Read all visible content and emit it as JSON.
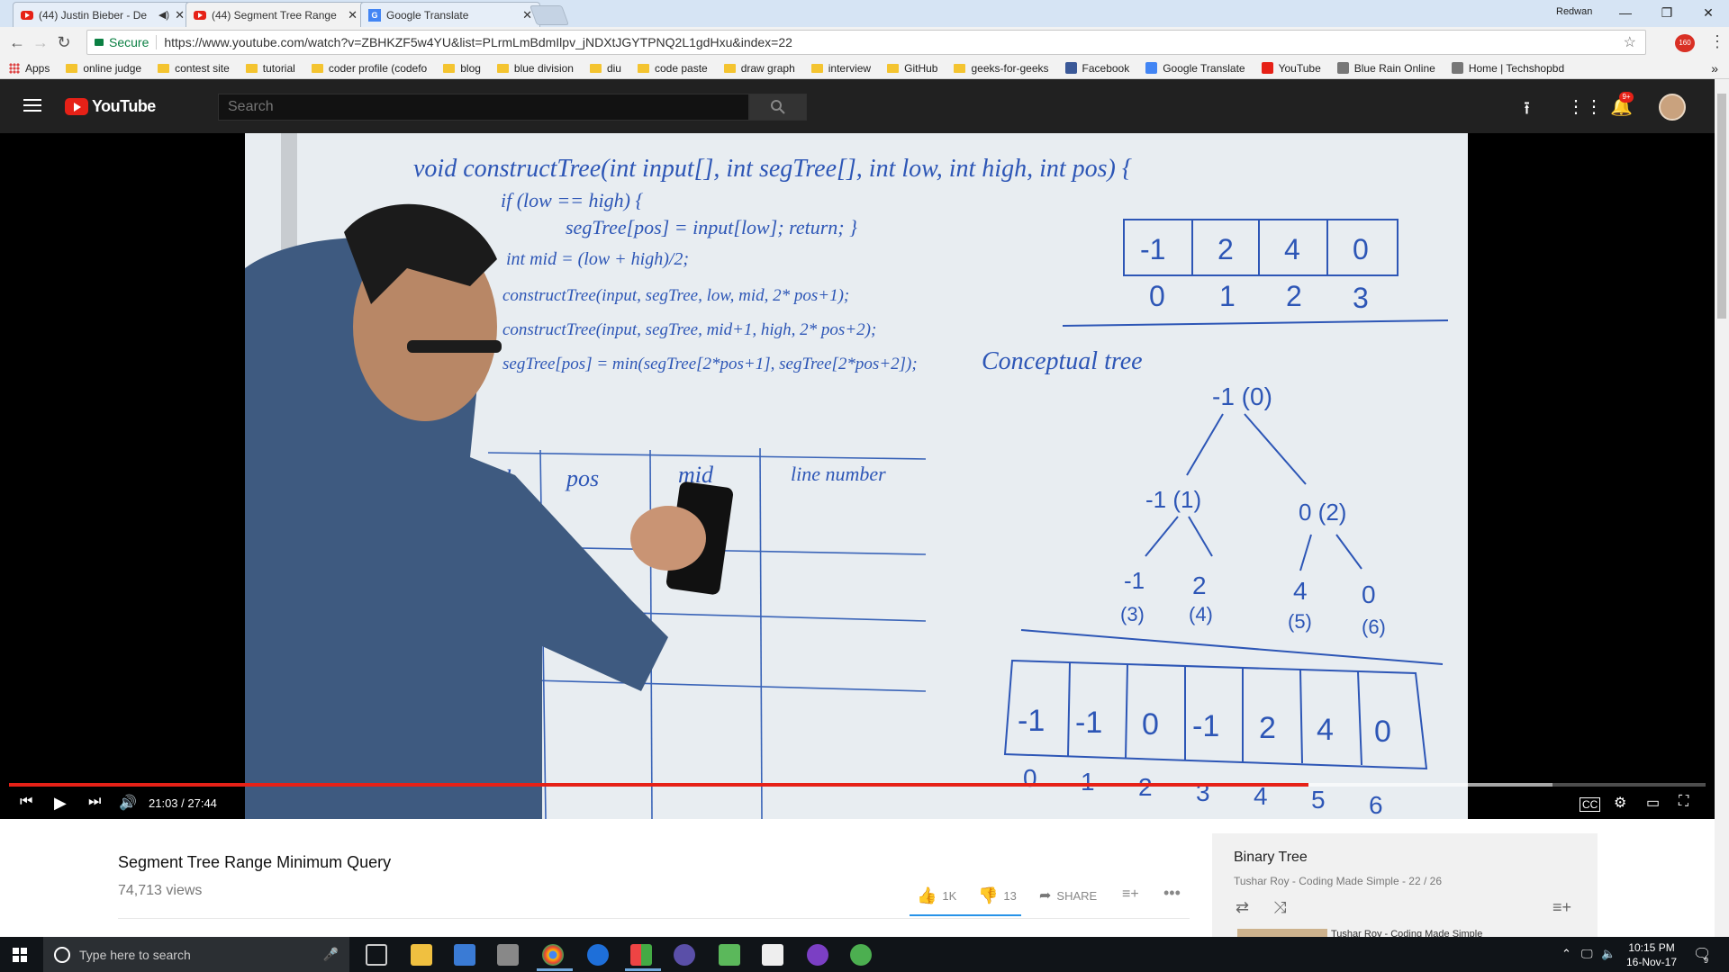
{
  "tabs": [
    {
      "title": "(44) Justin Bieber - De",
      "active": false,
      "icon": "youtube"
    },
    {
      "title": "(44) Segment Tree Range",
      "active": true,
      "icon": "youtube"
    },
    {
      "title": "Google Translate",
      "active": false,
      "icon": "google-translate"
    }
  ],
  "window": {
    "username": "Redwan"
  },
  "address": {
    "secure_label": "Secure",
    "url": "https://www.youtube.com/watch?v=ZBHKZF5w4YU&list=PLrmLmBdmIlpv_jNDXtJGYTPNQ2L1gdHxu&index=22",
    "ext_badge": "160"
  },
  "bookmarks": [
    {
      "label": "Apps",
      "icon": "apps-grid"
    },
    {
      "label": "online judge",
      "icon": "folder"
    },
    {
      "label": "contest site",
      "icon": "folder"
    },
    {
      "label": "tutorial",
      "icon": "folder"
    },
    {
      "label": "coder profile (codefo",
      "icon": "folder"
    },
    {
      "label": "blog",
      "icon": "folder"
    },
    {
      "label": "blue division",
      "icon": "folder"
    },
    {
      "label": "diu",
      "icon": "folder"
    },
    {
      "label": "code paste",
      "icon": "folder"
    },
    {
      "label": "draw graph",
      "icon": "folder"
    },
    {
      "label": "interview",
      "icon": "folder"
    },
    {
      "label": "GitHub",
      "icon": "folder"
    },
    {
      "label": "geeks-for-geeks",
      "icon": "folder"
    },
    {
      "label": "Facebook",
      "icon": "facebook"
    },
    {
      "label": "Google Translate",
      "icon": "google-translate"
    },
    {
      "label": "YouTube",
      "icon": "youtube"
    },
    {
      "label": "Blue Rain Online",
      "icon": "site"
    },
    {
      "label": "Home | Techshopbd",
      "icon": "site"
    }
  ],
  "youtube": {
    "logo_text": "YouTube",
    "search_placeholder": "Search",
    "notif_badge": "9+"
  },
  "player": {
    "time": "21:03 / 27:44",
    "progress": 0.766,
    "buffered": 0.91
  },
  "whiteboard": {
    "line1": "void constructTree(int input[], int segTree[], int low, int high, int pos) {",
    "line2": "if (low == high) {",
    "line3": "segTree[pos] = input[low]; return; }",
    "line4": "int mid = (low + high)/2;",
    "line5": "constructTree(input, segTree, low, mid, 2* pos+1);",
    "line6": "constructTree(input, segTree, mid+1, high, 2* pos+2);",
    "line7": "segTree[pos] = min(segTree[2*pos+1], segTree[2*pos+2]);",
    "table_headers": [
      "gh",
      "pos",
      "mid",
      "line number"
    ],
    "input_array": [
      "-1",
      "2",
      "4",
      "0"
    ],
    "input_index": [
      "0",
      "1",
      "2",
      "3"
    ],
    "conceptual_label": "Conceptual tree",
    "tree_nodes": [
      "-1 (0)",
      "-1 (1)",
      "0 (2)",
      "-1",
      "(3)",
      "2",
      "(4)",
      "4",
      "(5)",
      "0",
      "(6)"
    ],
    "seg_array": [
      "-1",
      "-1",
      "0",
      "-1",
      "2",
      "4",
      "0"
    ],
    "seg_index": [
      "0",
      "1",
      "2",
      "3",
      "4",
      "5",
      "6"
    ]
  },
  "video": {
    "title": "Segment Tree Range Minimum Query",
    "views": "74,713 views",
    "likes": "1K",
    "dislikes": "13",
    "share_label": "SHARE"
  },
  "playlist": {
    "title": "Binary Tree",
    "subtitle": "Tushar Roy - Coding Made Simple - 22 / 26",
    "peek_text": "Tushar Roy - Coding Made Simple"
  },
  "taskbar": {
    "search_placeholder": "Type here to search",
    "time": "10:15 PM",
    "date": "16-Nov-17",
    "notif_count": "9"
  }
}
